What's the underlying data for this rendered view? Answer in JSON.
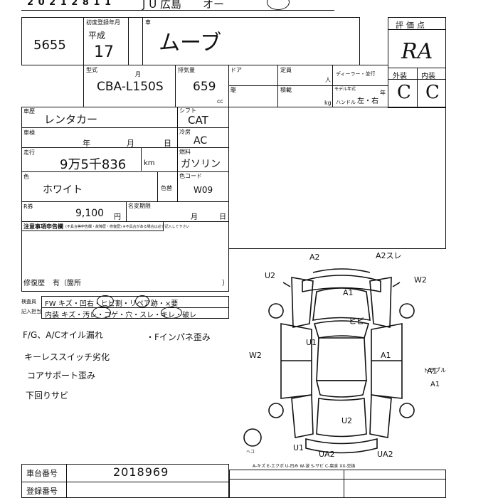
{
  "header": {
    "top_code": "2 0 2 1 2 8 1 1",
    "venue": "J U 広島",
    "venue_suffix": "オー"
  },
  "lot": {
    "number": "5655",
    "first_reg_label": "初度登録年月",
    "era": "平成",
    "year": "17",
    "month_unit": "月",
    "car_label": "車",
    "car_name": "ムーブ",
    "model_label": "型式",
    "model": "CBA-L150S",
    "displacement_label": "排気量",
    "displacement": "659",
    "displacement_unit": "cc"
  },
  "specs": {
    "door_label": "ドア",
    "capacity_label": "定員",
    "person_unit": "人",
    "dealer_label": "ディーラー・並行",
    "drive_label": "駆",
    "load_label": "積載",
    "model_year_label": "モデル年式",
    "year_unit": "年",
    "kg_unit": "kg",
    "handle_label": "ハンドル",
    "handle_value": "左・右"
  },
  "grade": {
    "title": "評価点",
    "value": "RA",
    "exterior_label": "外装",
    "interior_label": "内装",
    "exterior": "C",
    "interior": "C"
  },
  "details": {
    "history_label": "車歴",
    "history": "レンタカー",
    "shift_label": "シフト",
    "shift": "CAT",
    "inspection_label": "車検",
    "inspection_year": "年",
    "inspection_month": "月",
    "inspection_day": "日",
    "ac_label": "冷房",
    "ac": "AC",
    "mileage_label": "走行",
    "mileage": "9万5千836",
    "mileage_unit": "km",
    "fuel_label": "燃料",
    "fuel": "ガソリン",
    "color_label": "色",
    "color": "ホワイト",
    "color_change_label": "色替",
    "color_code_label": "色コード",
    "color_code": "W09",
    "recycle_label": "R券",
    "recycle": "9,100",
    "recycle_unit": "円",
    "deadline_label": "名変期限",
    "deadline_month": "月",
    "deadline_day": "日"
  },
  "notes": {
    "caution_label": "注意事項申告欄",
    "caution_sub": "(不具合等申告欄・故障歴・修復歴) ※不具合がある場合は必ず記入して下さい",
    "repair_label": "修復歴",
    "repair_value": "有（箇所",
    "repair_close": "）"
  },
  "inspection": {
    "inspector_label": "検査員",
    "entry_label": "記入担当",
    "exterior_row": "FW キズ・凹右・ヒビ割・リペア跡・×要",
    "interior_row": "内装 キズ・汚レ・コゲ・穴・スレ・キレ・破レ"
  },
  "handwritten_notes": [
    "F/G、A/Cオイル漏れ",
    "・Fインパネ歪み",
    "キーレススイッチ劣化",
    "コアサポート歪み",
    "下回りサビ"
  ],
  "diagram_marks": [
    "A2",
    "A2スレ",
    "U2",
    "W2",
    "A1",
    "ヒビ",
    "U1",
    "W2",
    "A1",
    "U2",
    "U1",
    "UA2",
    "UA2",
    "A1",
    "ヘコ",
    "トラブル",
    "A1"
  ],
  "legend": "A-キズ E-エクボ U-凹み W-波 S-サビ C-腐食 XX-交換",
  "bottom": {
    "vehicle_no_label": "車台番号",
    "vehicle_no": "2018969",
    "reg_no_label": "登録番号"
  }
}
